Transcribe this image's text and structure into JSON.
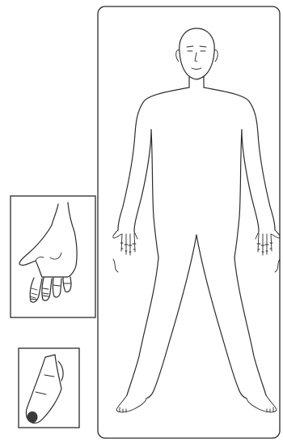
{
  "colors": {
    "ink": "#2b2b2b",
    "background": "#ffffff",
    "fingertip_mark": "#3a3a3a"
  },
  "panels": {
    "main": {
      "content": "full-body-outline-front-view"
    },
    "hand_inset": {
      "content": "palm-with-fingertips-highlighted"
    },
    "finger_inset": {
      "content": "single-finger-with-fingertip-mark"
    }
  }
}
